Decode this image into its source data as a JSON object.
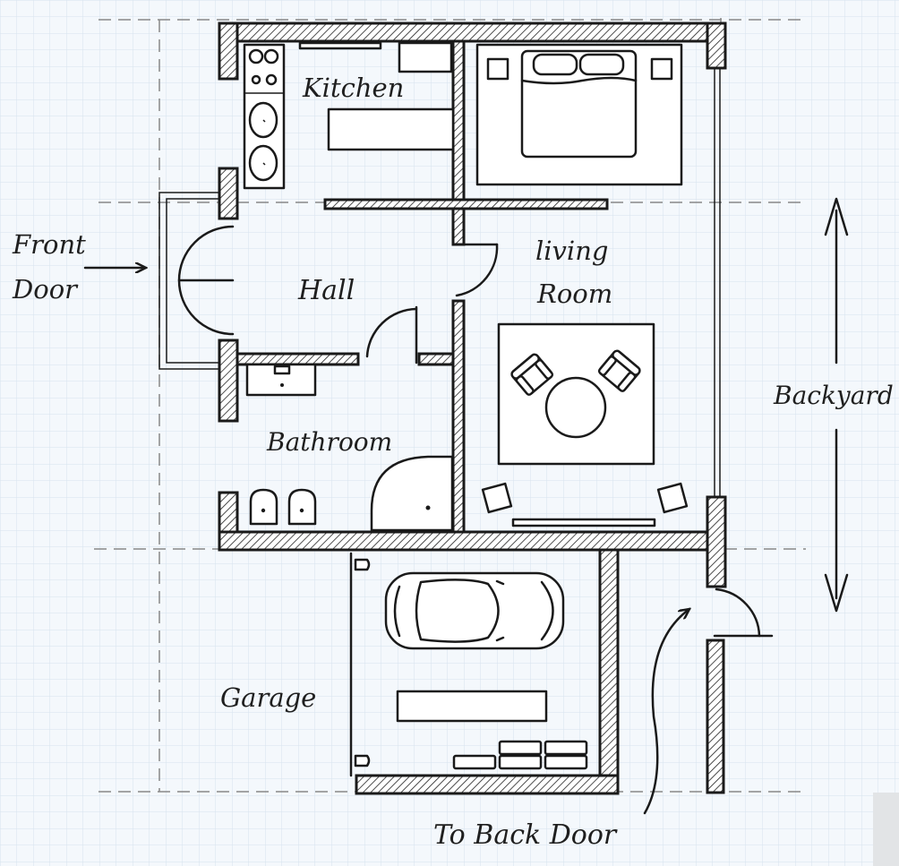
{
  "labels": {
    "kitchen": "Kitchen",
    "hall": "Hall",
    "living_line1": "living",
    "living_line2": "Room",
    "bathroom": "Bathroom",
    "front_door_line1": "Front",
    "front_door_line2": "Door",
    "backyard": "Backyard",
    "garage": "Garage",
    "back_door": "To Back Door"
  },
  "colors": {
    "ink": "#1a1a1a",
    "grid_minor": "#d6e2ee",
    "grid_major": "#bccfe0",
    "paper": "#f4f8fc"
  },
  "icons": [
    "arrow-right-icon",
    "arrow-curved-icon",
    "arrow-vertical-double-icon",
    "car-icon",
    "bed-icon",
    "armchair-icon"
  ]
}
